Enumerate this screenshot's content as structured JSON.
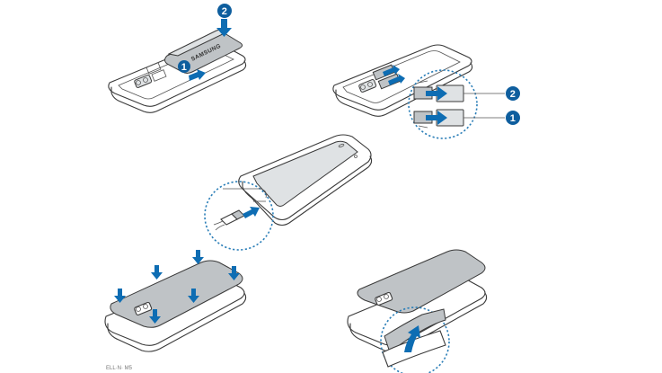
{
  "steps": {
    "battery": {
      "badge_top": "2",
      "badge_bottom": "1",
      "battery_brand": "SAMSUNG"
    },
    "sim": {
      "badge_upper": "2",
      "badge_lower": "1"
    }
  },
  "footer_code": "ELL·N· M5",
  "colors": {
    "arrow": "#0e6db3",
    "ring": "#2c7fb8",
    "badge": "#0e5e9e",
    "part_grey": "#bfc3c6"
  },
  "icons": [
    "down-arrow-icon",
    "right-arrow-icon",
    "up-arrow-icon",
    "usb-plug-icon"
  ]
}
